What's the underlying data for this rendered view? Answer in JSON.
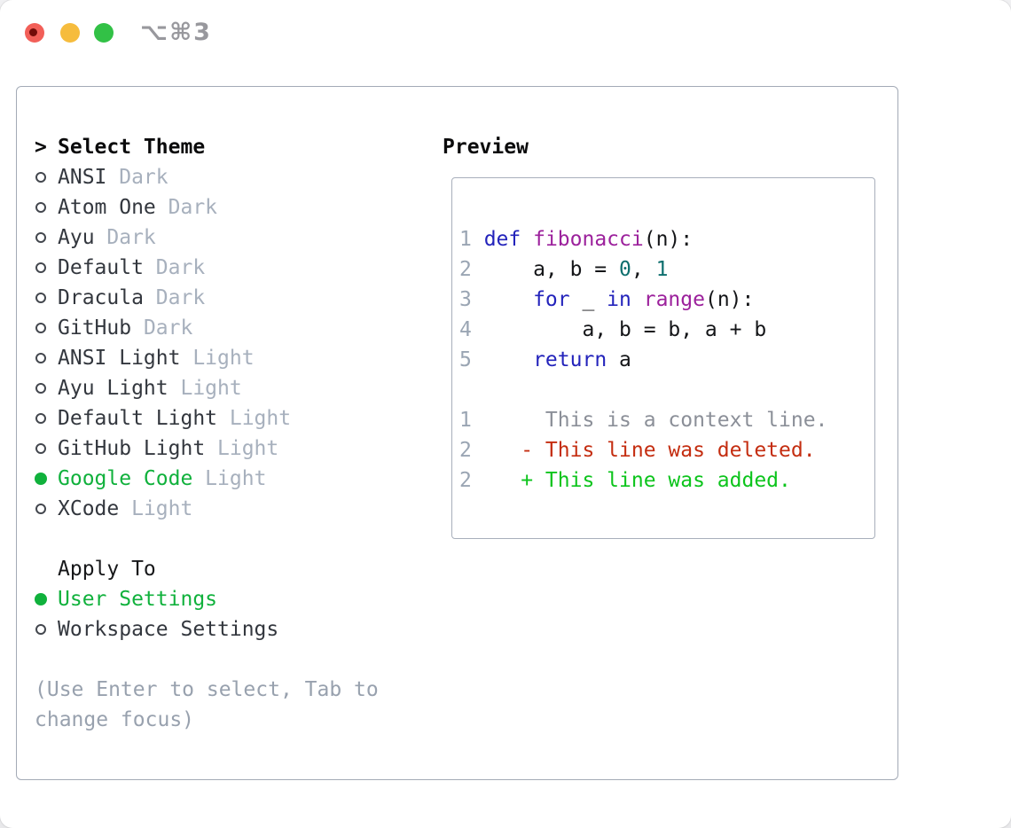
{
  "window": {
    "title": "⌥⌘3",
    "traffic_lights": [
      {
        "name": "close",
        "color": "#f25f58",
        "has_dot": true
      },
      {
        "name": "minimize",
        "color": "#f6bc3d",
        "has_dot": false
      },
      {
        "name": "zoom",
        "color": "#32c146",
        "has_dot": false
      }
    ]
  },
  "theme_panel": {
    "prompt": ">",
    "title": "Select Theme",
    "themes": [
      {
        "label": "ANSI",
        "tag": "Dark",
        "selected": false
      },
      {
        "label": "Atom One",
        "tag": "Dark",
        "selected": false
      },
      {
        "label": "Ayu",
        "tag": "Dark",
        "selected": false
      },
      {
        "label": "Default",
        "tag": "Dark",
        "selected": false
      },
      {
        "label": "Dracula",
        "tag": "Dark",
        "selected": false
      },
      {
        "label": "GitHub",
        "tag": "Dark",
        "selected": false
      },
      {
        "label": "ANSI Light",
        "tag": "Light",
        "selected": false
      },
      {
        "label": "Ayu Light",
        "tag": "Light",
        "selected": false
      },
      {
        "label": "Default Light",
        "tag": "Light",
        "selected": false
      },
      {
        "label": "GitHub Light",
        "tag": "Light",
        "selected": false
      },
      {
        "label": "Google Code",
        "tag": "Light",
        "selected": true
      },
      {
        "label": "XCode",
        "tag": "Light",
        "selected": false
      }
    ],
    "apply_to": {
      "title": "Apply To",
      "options": [
        {
          "label": "User Settings",
          "selected": true
        },
        {
          "label": "Workspace Settings",
          "selected": false
        }
      ]
    },
    "hint": "(Use Enter to select, Tab to change focus)"
  },
  "preview_panel": {
    "title": "Preview",
    "code_lines": [
      {
        "num": "1",
        "parts": [
          {
            "t": "def",
            "c": "kw"
          },
          {
            "t": " ",
            "c": "pl"
          },
          {
            "t": "fibonacci",
            "c": "fn"
          },
          {
            "t": "(n):",
            "c": "pl"
          }
        ]
      },
      {
        "num": "2",
        "parts": [
          {
            "t": "    a, b = ",
            "c": "pl"
          },
          {
            "t": "0",
            "c": "num"
          },
          {
            "t": ", ",
            "c": "pl"
          },
          {
            "t": "1",
            "c": "num"
          }
        ]
      },
      {
        "num": "3",
        "parts": [
          {
            "t": "    ",
            "c": "pl"
          },
          {
            "t": "for",
            "c": "kw"
          },
          {
            "t": " _ ",
            "c": "pl"
          },
          {
            "t": "in",
            "c": "kw"
          },
          {
            "t": " ",
            "c": "pl"
          },
          {
            "t": "range",
            "c": "fn"
          },
          {
            "t": "(n):",
            "c": "pl"
          }
        ]
      },
      {
        "num": "4",
        "parts": [
          {
            "t": "        a, b = b, a + b",
            "c": "pl"
          }
        ]
      },
      {
        "num": "5",
        "parts": [
          {
            "t": "    ",
            "c": "pl"
          },
          {
            "t": "return",
            "c": "kw"
          },
          {
            "t": " a",
            "c": "pl"
          }
        ]
      }
    ],
    "diff_lines": [
      {
        "num": "1",
        "parts": [
          {
            "t": "     This is a context line.",
            "c": "ctx"
          }
        ]
      },
      {
        "num": "2",
        "parts": [
          {
            "t": "   - This line was deleted.",
            "c": "del"
          }
        ]
      },
      {
        "num": "2",
        "parts": [
          {
            "t": "   + This line was added.",
            "c": "add"
          }
        ]
      }
    ]
  },
  "colors": {
    "selected_green": "#10b13c",
    "keyword_blue": "#2323bb",
    "function_purple": "#9c219c",
    "number_teal": "#0e6f6e",
    "added_green": "#0cc41c",
    "deleted_red": "#c42d10",
    "context_gray": "#8b8f98",
    "line_number_gray": "#9aa5b3",
    "tag_gray": "#a7b0bd",
    "hint_gray": "#98a1ae"
  }
}
